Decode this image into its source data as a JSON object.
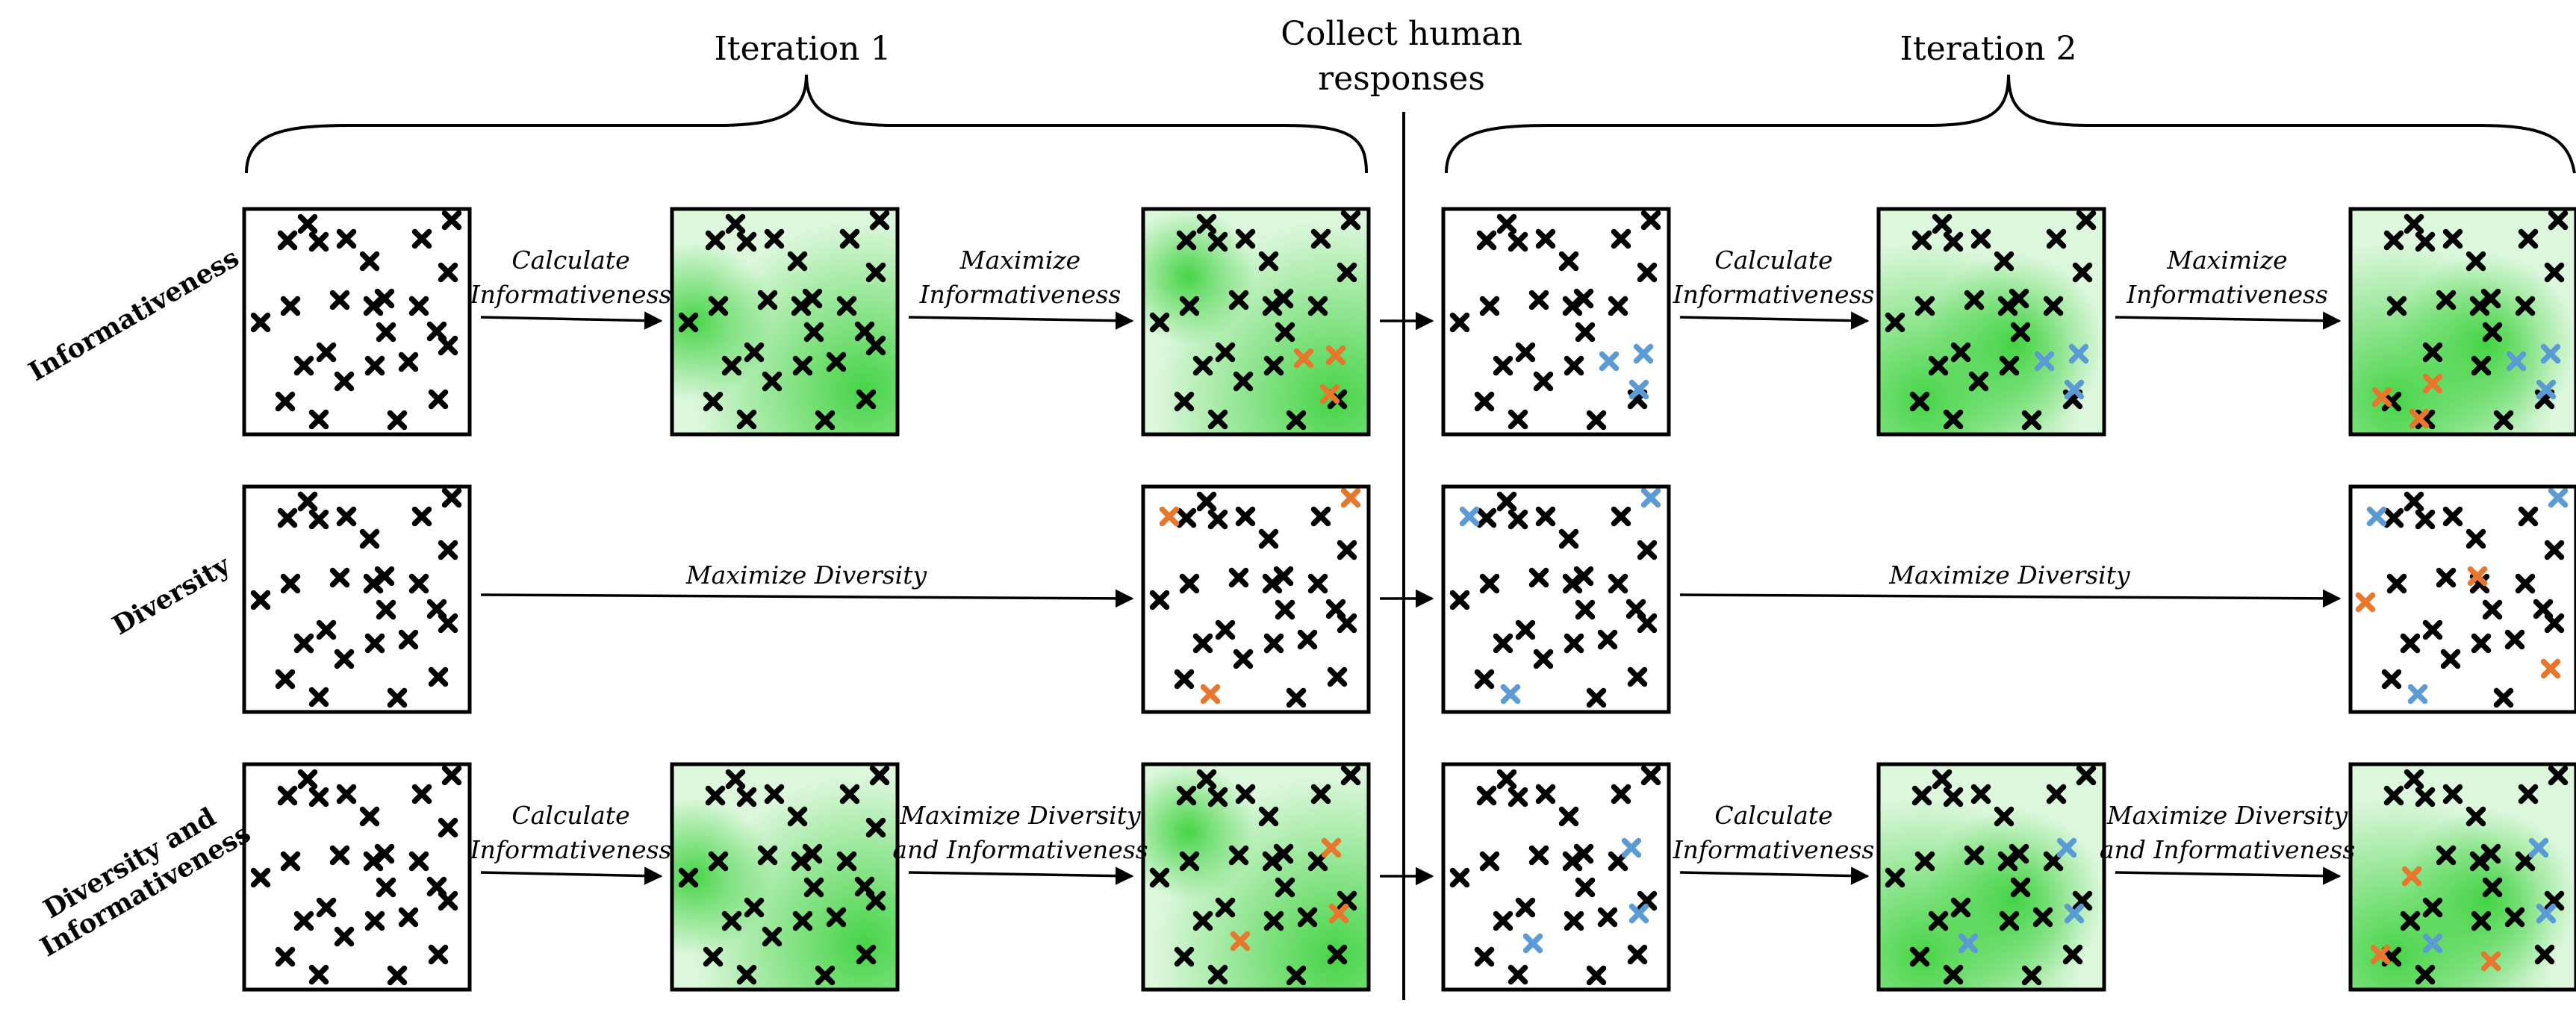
{
  "headers": {
    "iteration_1": "Iteration 1",
    "collect_line1": "Collect human",
    "collect_line2": "responses",
    "iteration_2": "Iteration 2"
  },
  "rows": [
    {
      "id": "informativeness",
      "label_lines": [
        "Informativeness"
      ]
    },
    {
      "id": "diversity",
      "label_lines": [
        "Diversity"
      ]
    },
    {
      "id": "diversity-and-informativeness",
      "label_lines": [
        "Diversity and",
        "Informativeness"
      ]
    }
  ],
  "arrow_labels": {
    "calculate": [
      "Calculate",
      "Informativeness"
    ],
    "maximize_info": [
      "Maximize",
      "Informativeness"
    ],
    "maximize_diversity": [
      "Maximize Diversity"
    ],
    "maximize_both": [
      "Maximize Diversity",
      "and Informativeness"
    ]
  },
  "colors": {
    "point": "#000000",
    "selected_iter1": "#E8772E",
    "selected_iter2": "#5B9BD5",
    "informativeness_heat": "#3FD23F"
  },
  "icons": {
    "point": "x-mark-icon"
  }
}
